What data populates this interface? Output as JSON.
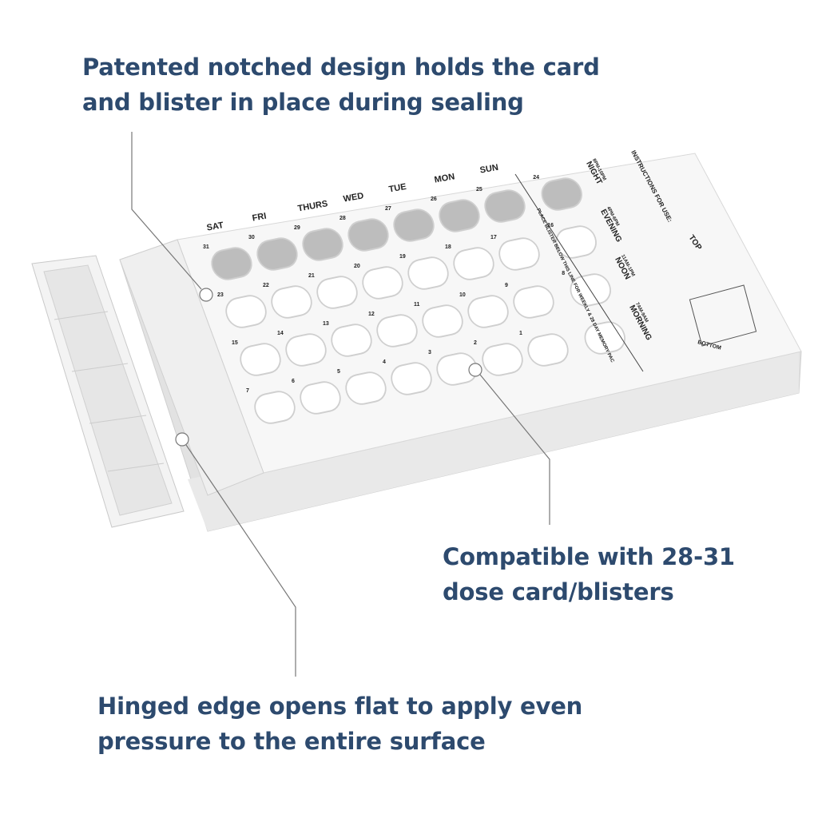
{
  "callouts": {
    "notched": {
      "line1": "Patented notched design holds the card",
      "line2": "and blister in place during sealing"
    },
    "compatible": {
      "line1": "Compatible with 28-31",
      "line2": "dose card/blisters"
    },
    "hinged": {
      "line1": "Hinged edge opens flat to apply even",
      "line2": "pressure to the entire surface"
    }
  },
  "tray": {
    "days": [
      "SAT",
      "FRI",
      "THURS",
      "WED",
      "TUE",
      "MON",
      "SUN"
    ],
    "rows": [
      [
        "31",
        "30",
        "29",
        "28",
        "27",
        "26",
        "25",
        "24"
      ],
      [
        "23",
        "22",
        "21",
        "20",
        "19",
        "18",
        "17",
        "16"
      ],
      [
        "15",
        "14",
        "13",
        "12",
        "11",
        "10",
        "9",
        "8"
      ],
      [
        "7",
        "6",
        "5",
        "4",
        "3",
        "2",
        "1",
        ""
      ]
    ],
    "times": [
      {
        "name": "NIGHT",
        "range": "8PM-10PM"
      },
      {
        "name": "EVENING",
        "range": "4PM-6PM"
      },
      {
        "name": "NOON",
        "range": "11AM-1PM"
      },
      {
        "name": "MORNING",
        "range": "7AM-9AM"
      }
    ],
    "instructions_title": "INSTRUCTIONS FOR USE:",
    "place_line": "PLACE BLISTER BELOW THIS LINE FOR WEEKLY & 28 DAY MEMORY PAC",
    "top_label": "TOP",
    "bottom_label": "BOTTOM"
  },
  "colors": {
    "text": "#2d4a6e",
    "tray": "#f4f4f4",
    "line": "#777777"
  }
}
